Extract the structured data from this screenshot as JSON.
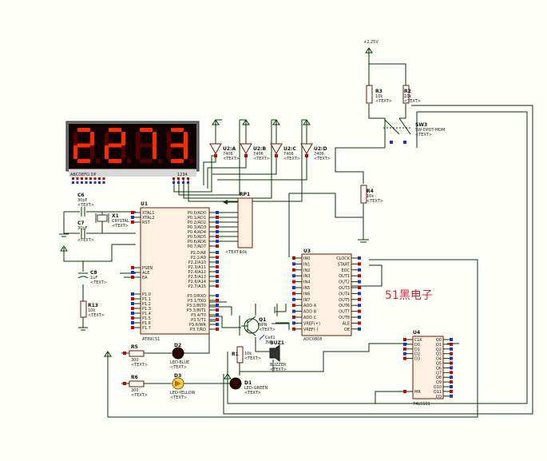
{
  "display": {
    "digits": "2273",
    "seg_label": "ABCDEFG DP",
    "dig_label": "1234",
    "seg_on": "#ff2a00",
    "seg_off": "#550000"
  },
  "components": {
    "u1": {
      "ref": "U1",
      "part": "AT89C51",
      "left_pins": [
        "XTAL1",
        "XTAL2",
        "RST",
        "PSEN",
        "ALE",
        "EA",
        "P1.0",
        "P1.1",
        "P1.2",
        "P1.3",
        "P1.4",
        "P1.5",
        "P1.6",
        "P1.7"
      ],
      "right_pins": [
        "P0.0/AD0",
        "P0.1/AD1",
        "P0.2/AD2",
        "P0.3/AD3",
        "P0.4/AD4",
        "P0.5/AD5",
        "P0.6/AD6",
        "P0.7/AD7",
        "P2.0/A8",
        "P2.1/A9",
        "P2.2/A10",
        "P2.3/A11",
        "P2.4/A12",
        "P2.5/A13",
        "P2.6/A14",
        "P2.7/A15",
        "P3.0/RXD",
        "P3.1/TXD",
        "P3.2/INT0",
        "P3.3/INT1",
        "P3.4/T0",
        "P3.5/T1",
        "P3.6/WR",
        "P3.7/RD"
      ]
    },
    "u3": {
      "ref": "U3",
      "part": "ADC0808",
      "left_pins": [
        "IN0",
        "IN1",
        "IN2",
        "IN3",
        "IN4",
        "IN5",
        "IN6",
        "IN7",
        "ADD A",
        "ADD B",
        "ADD C",
        "VREF(+)",
        "VREF(-)"
      ],
      "right_pins": [
        "CLOCK",
        "START",
        "EOC",
        "OUT1",
        "OUT2",
        "OUT3",
        "OUT4",
        "OUT5",
        "OUT6",
        "OUT7",
        "OUT8",
        "ALE",
        "OE"
      ]
    },
    "u4": {
      "ref": "U4",
      "part": "74LS161",
      "left_pins": [
        "CLK",
        "D0",
        "D1",
        "D2",
        "D3",
        "MR"
      ],
      "right_pins": [
        "Q0",
        "Q1",
        "Q2",
        "Q3",
        "Q4",
        "Q5",
        "Q6",
        "Q7",
        "Q8",
        "Q9",
        "Q10",
        "Q11",
        "CO"
      ]
    },
    "x1": {
      "ref": "X1",
      "part": "CRYSTAL"
    },
    "c6": {
      "ref": "C6",
      "value": "30pF"
    },
    "c7": {
      "ref": "C7",
      "value": "30pF"
    },
    "c8": {
      "ref": "C8",
      "value": "1uF"
    },
    "r13": {
      "ref": "R13",
      "value": "10k"
    },
    "rp1": {
      "ref": "RP1",
      "value": "10k"
    },
    "u2": [
      {
        "ref": "U2:A",
        "part": "7406"
      },
      {
        "ref": "U2:B",
        "part": "7406"
      },
      {
        "ref": "U2:C",
        "part": "7406"
      },
      {
        "ref": "U2:D",
        "part": "7406"
      }
    ],
    "r3": {
      "ref": "R3",
      "value": "10k"
    },
    "r2": {
      "ref": "R2",
      "value": "10k"
    },
    "sw3": {
      "ref": "SW3",
      "part": "SW-DPDT-MOM"
    },
    "r4": {
      "ref": "R4",
      "value": "10k"
    },
    "q1": {
      "ref": "Q1",
      "part": "NPN"
    },
    "r1": {
      "ref": "R1",
      "value": "10k"
    },
    "buz1": {
      "ref": "BUZ1",
      "part": "BUZZER"
    },
    "r5": {
      "ref": "R5",
      "value": "300"
    },
    "r6": {
      "ref": "R6",
      "value": "300"
    },
    "d2": {
      "ref": "D2",
      "part": "LED-BLUE"
    },
    "d3": {
      "ref": "D3",
      "part": "LED-YELLOW"
    },
    "d1": {
      "ref": "D1",
      "part": "LED-GREEN"
    },
    "power": "+2.25V",
    "placeholder": "<TEXT>",
    "cell": "Cell1",
    "cell_value": "3V",
    "watermark": "51黑电子"
  },
  "colors": {
    "wire": "#003a00",
    "chip_fill": "#fff1df",
    "chip_border": "#7a1200",
    "pin_red": "#cc0000",
    "pin_blue": "#1c2fd0",
    "watermark": "#e0203a"
  }
}
